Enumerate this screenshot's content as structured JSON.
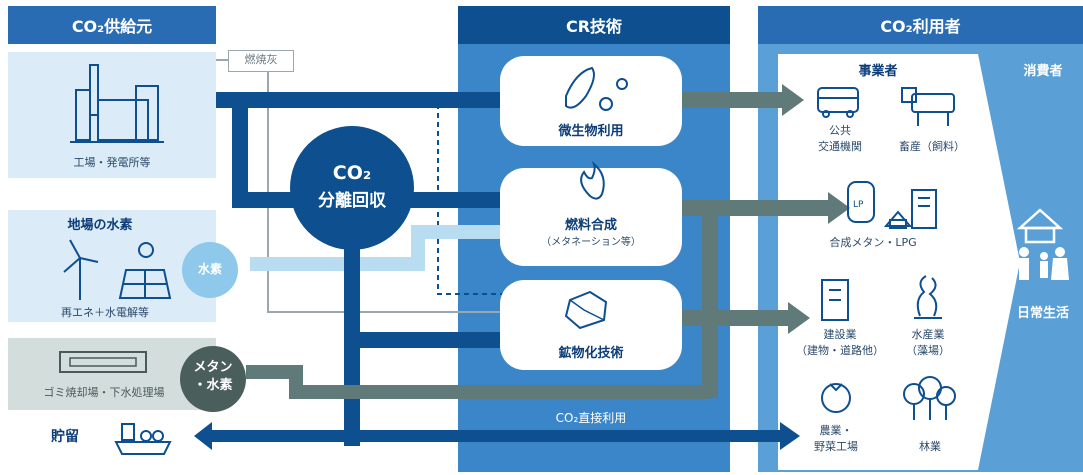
{
  "supplier": {
    "header": "CO₂供給元",
    "factory_label": "工場・発電所等",
    "ash_label": "燃焼灰",
    "local_h2_title": "地場の水素",
    "local_h2_sub": "再エネ＋水電解等",
    "h2_bubble": "水素",
    "waste_label": "ゴミ焼却場・下水処理場",
    "methane_line1": "メタン",
    "methane_line2": "・水素"
  },
  "center": {
    "header": "CR技術",
    "co2_line1": "CO₂",
    "co2_line2": "分離回収",
    "tech_micro": "微生物利用",
    "tech_fuel": "燃料合成",
    "tech_fuel_sub": "（メタネーション等）",
    "tech_mineral": "鉱物化技術",
    "direct_use": "CO₂直接利用"
  },
  "storage": {
    "label": "貯留"
  },
  "users": {
    "header": "CO₂利用者",
    "business_title": "事業者",
    "consumer_title": "消費者",
    "public_transport_1": "公共",
    "public_transport_2": "交通機関",
    "livestock": "畜産（飼料）",
    "synthetic_fuel": "合成メタン・LPG",
    "construction_1": "建設業",
    "construction_2": "（建物・道路他）",
    "fishery_1": "水産業",
    "fishery_2": "（藻場）",
    "agriculture_1": "農業・",
    "agriculture_2": "野菜工場",
    "forestry": "林業",
    "daily_life": "日常生活"
  },
  "colors": {
    "navy": "#0d4f8f",
    "header_blue": "#2a6cb3",
    "panel_light": "#dcebf8",
    "cr_panel": "#3a86c8",
    "user_panel": "#5aa0d6",
    "gray_arrow": "#5f7a78",
    "light_arrow": "#b8dcf0"
  }
}
